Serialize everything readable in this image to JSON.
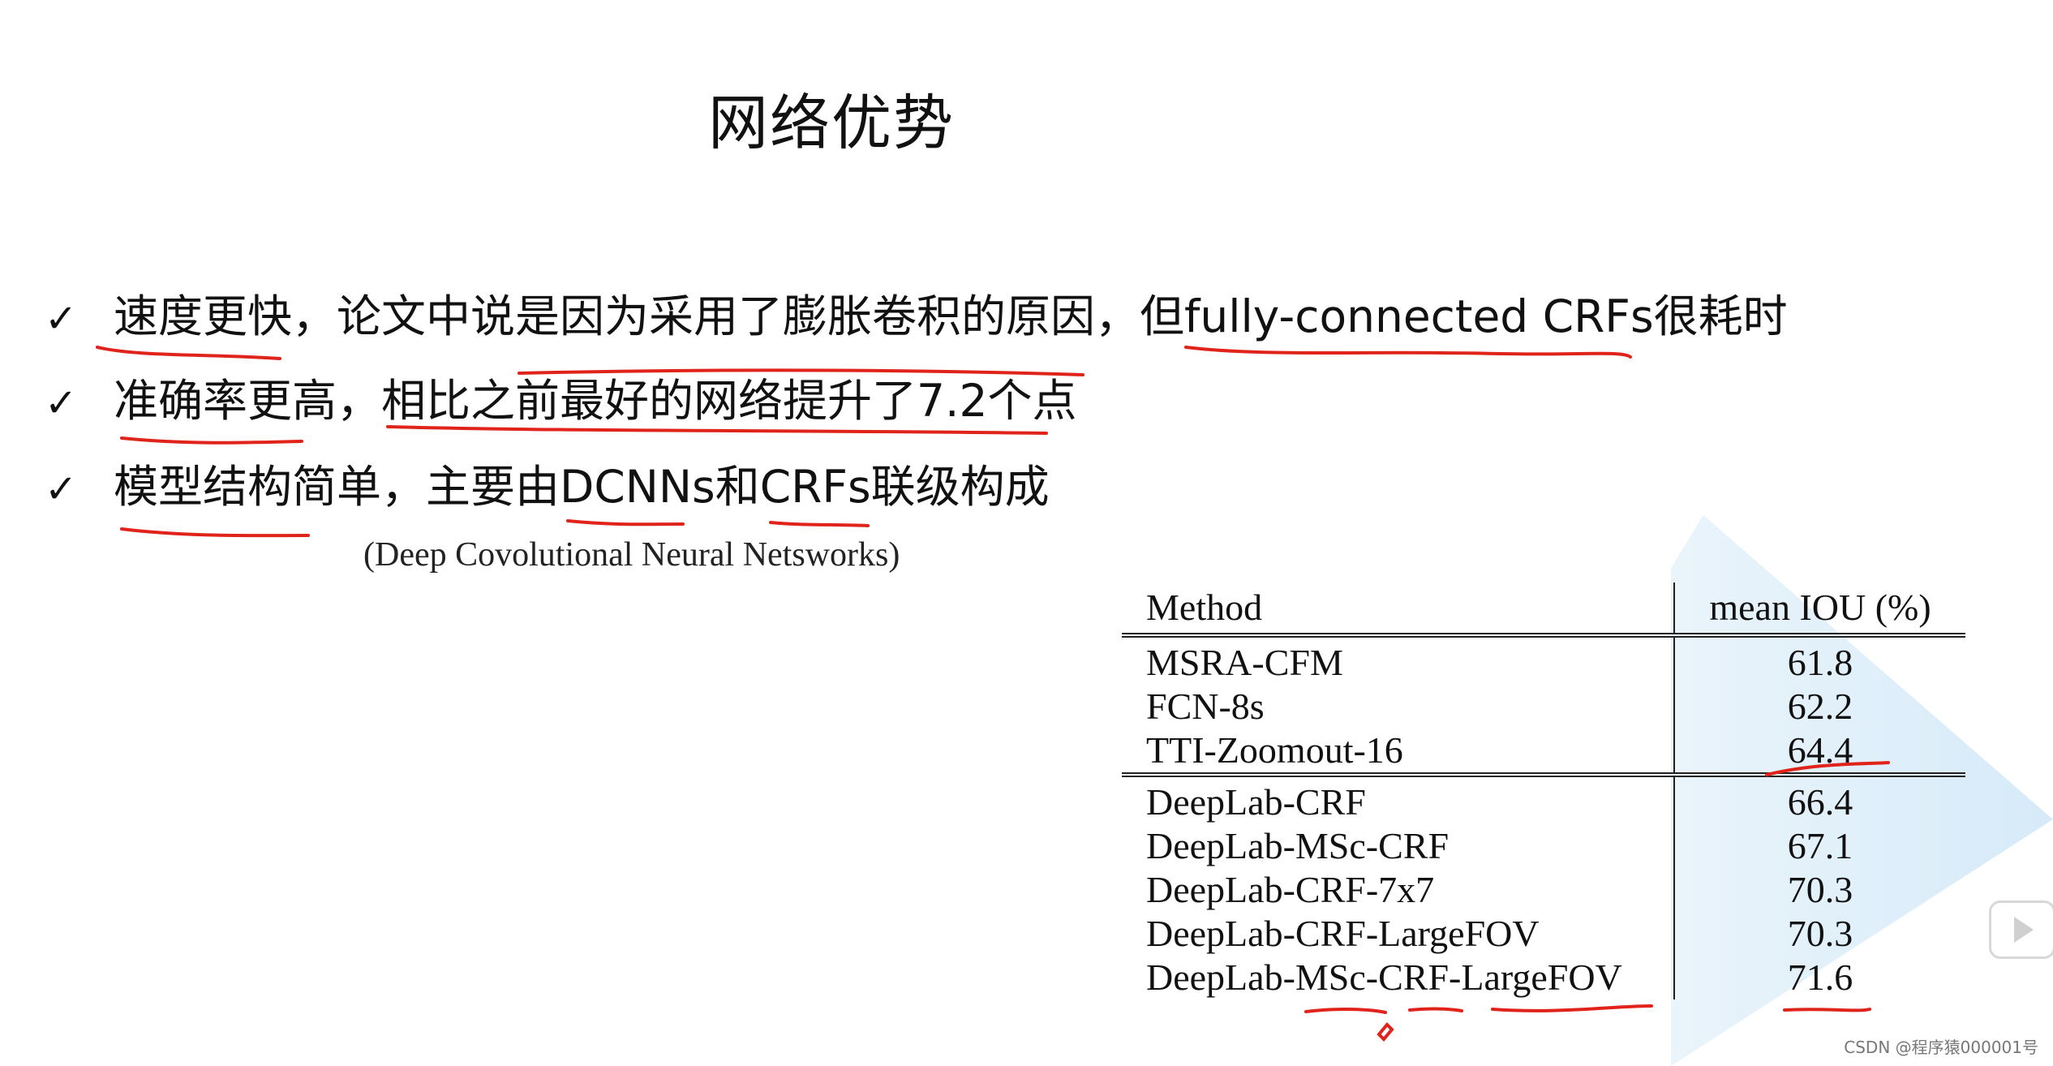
{
  "slide": {
    "title": "网络优势",
    "bullets": [
      {
        "check": "✓",
        "text": "速度更快，论文中说是因为采用了膨胀卷积的原因，但fully-connected CRFs很耗时"
      },
      {
        "check": "✓",
        "text": "准确率更高，相比之前最好的网络提升了7.2个点"
      },
      {
        "check": "✓",
        "text": "模型结构简单，主要由DCNNs和CRFs联级构成"
      }
    ],
    "note": "(Deep Covolutional Neural Netsworks)"
  },
  "table": {
    "headers": {
      "method": "Method",
      "score": "mean IOU (%)"
    },
    "rows": [
      {
        "method": "MSRA-CFM",
        "score": "61.8"
      },
      {
        "method": "FCN-8s",
        "score": "62.2"
      },
      {
        "method": "TTI-Zoomout-16",
        "score": "64.4"
      },
      {
        "method": "DeepLab-CRF",
        "score": "66.4"
      },
      {
        "method": "DeepLab-MSc-CRF",
        "score": "67.1"
      },
      {
        "method": "DeepLab-CRF-7x7",
        "score": "70.3"
      },
      {
        "method": "DeepLab-CRF-LargeFOV",
        "score": "70.3"
      },
      {
        "method": "DeepLab-MSc-CRF-LargeFOV",
        "score": "71.6"
      }
    ]
  },
  "colors": {
    "annotation_red": "#e0231b",
    "watermark_blue": "#cfe6f7"
  },
  "overlay": {
    "watermark": "CSDN @程序猿000001号",
    "play_icon": "play-icon"
  }
}
